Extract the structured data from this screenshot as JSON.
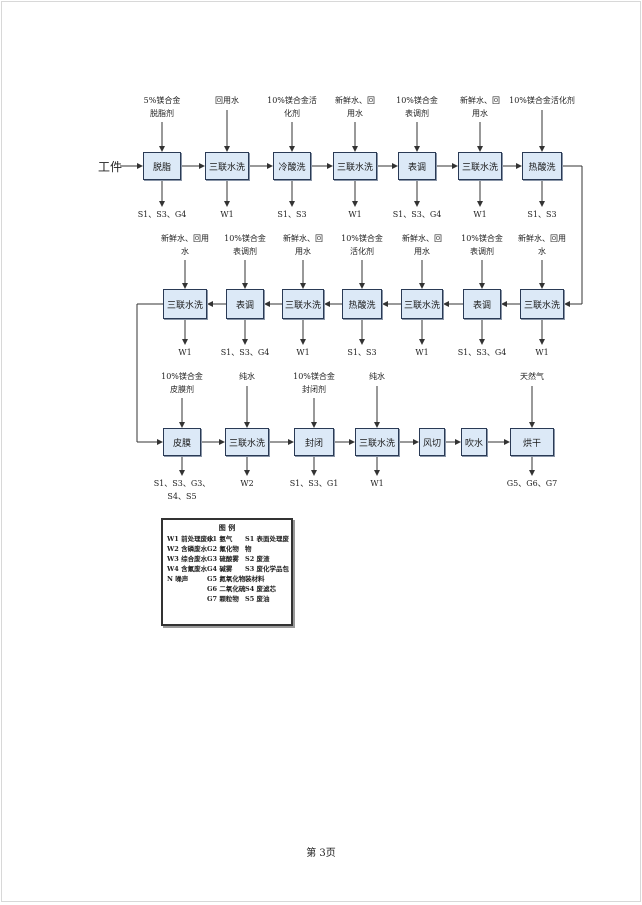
{
  "start_label": "工件",
  "rows": [
    [
      {
        "name": "脱脂",
        "input": "5%镁合金\n脱脂剂",
        "output": "S1、S3、G4"
      },
      {
        "name": "三联水洗",
        "input": "回用水",
        "output": "W1"
      },
      {
        "name": "冷酸洗",
        "input": "10%镁合金活\n化剂",
        "output": "S1、S3"
      },
      {
        "name": "三联水洗",
        "input": "新鲜水、回\n用水",
        "output": "W1"
      },
      {
        "name": "表调",
        "input": "10%镁合金\n表调剂",
        "output": "S1、S3、G4"
      },
      {
        "name": "三联水洗",
        "input": "新鲜水、回\n用水",
        "output": "W1"
      },
      {
        "name": "热酸洗",
        "input": "10%镁合金活化剂",
        "output": "S1、S3"
      }
    ],
    [
      {
        "name": "三联水洗",
        "input": "新鲜水、回用\n水",
        "output": "W1"
      },
      {
        "name": "表调",
        "input": "10%镁合金\n表调剂",
        "output": "S1、S3、G4"
      },
      {
        "name": "三联水洗",
        "input": "新鲜水、回\n用水",
        "output": "W1"
      },
      {
        "name": "热酸洗",
        "input": "10%镁合金\n活化剂",
        "output": "S1、S3"
      },
      {
        "name": "三联水洗",
        "input": "新鲜水、回\n用水",
        "output": "W1"
      },
      {
        "name": "表调",
        "input": "10%镁合金\n表调剂",
        "output": "S1、S3、G4"
      },
      {
        "name": "三联水洗",
        "input": "新鲜水、回用\n水",
        "output": "W1"
      }
    ],
    [
      {
        "name": "皮膜",
        "input": "10%镁合金\n皮膜剂",
        "output": "S1、S3、G3、\nS4、S5"
      },
      {
        "name": "三联水洗",
        "input": "纯水",
        "output": "W2"
      },
      {
        "name": "封闭",
        "input": "10%镁合金\n封闭剂",
        "output": "S1、S3、G1"
      },
      {
        "name": "三联水洗",
        "input": "纯水",
        "output": "W1"
      },
      {
        "name": "风切",
        "input": "",
        "output": ""
      },
      {
        "name": "吹水",
        "input": "",
        "output": ""
      },
      {
        "name": "烘干",
        "input": "天然气",
        "output": "G5、G6、G7"
      }
    ]
  ],
  "legend": {
    "title": "图 例",
    "col1": [
      "W1 前处理废水",
      "W2 含磷废水",
      "W3 综合废水",
      "W4 含氟废水",
      "N  噪声"
    ],
    "col2": [
      "G1 氨气",
      "G2 氟化物",
      "G3 硫酸雾",
      "G4 碱雾",
      "G5 氮氧化物",
      "G6 二氧化硫",
      "G7 颗粒物"
    ],
    "col3": [
      "S1 表面处理废物",
      "S2 废渣",
      "S3 废化学品包装材料",
      "S4 废滤芯",
      "S5 废油"
    ]
  },
  "footer": "第 3页"
}
